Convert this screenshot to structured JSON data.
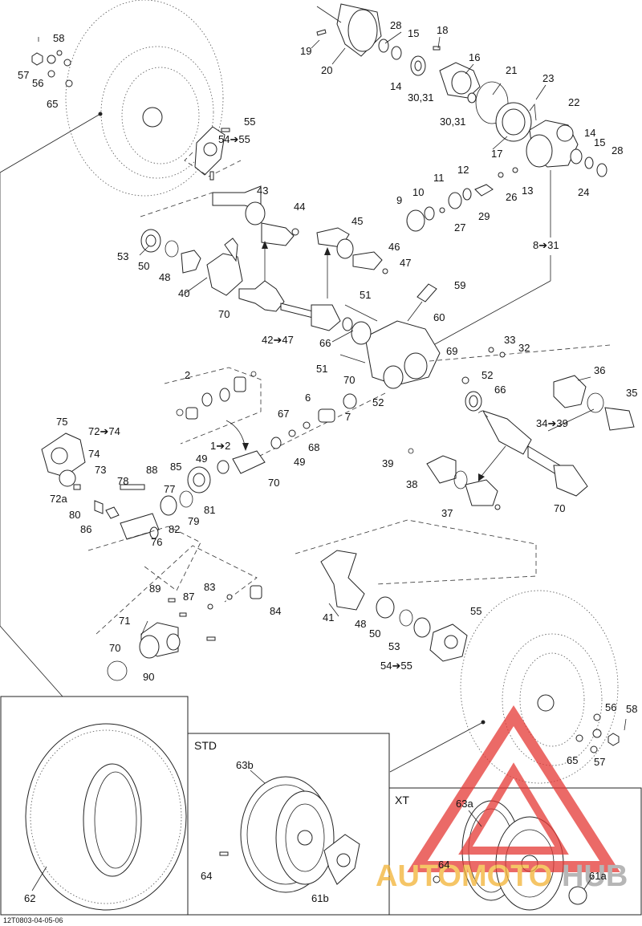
{
  "diagram_code": "12T0803-04-05-06",
  "panels": {
    "std": "STD",
    "xt": "XT"
  },
  "watermark": {
    "text_left": "AUTOMOTO",
    "text_right": "HUB",
    "color_triangle": "#e53935",
    "color_text": "#f2b233"
  },
  "callouts": {
    "c58a": "58",
    "c57a": "57",
    "c56a": "56",
    "c65a": "65",
    "c19": "19",
    "c20": "20",
    "c28a": "28",
    "c15a": "15",
    "c18": "18",
    "c16": "16",
    "c14a": "14",
    "c3031a": "30,31",
    "c21": "21",
    "c23": "23",
    "c3031b": "30,31",
    "c22": "22",
    "c17": "17",
    "c14b": "14",
    "c15b": "15",
    "c28b": "28",
    "c24": "24",
    "c55a": "55",
    "c5455a": "54➔55",
    "c43": "43",
    "c44": "44",
    "c45": "45",
    "c46": "46",
    "c47": "47",
    "c9": "9",
    "c10": "10",
    "c11": "11",
    "c12": "12",
    "c26": "26",
    "c13": "13",
    "c27": "27",
    "c29": "29",
    "c831": "8➔31",
    "c53a": "53",
    "c50a": "50",
    "c48a": "48",
    "c40": "40",
    "c70a": "70",
    "c4247": "42➔47",
    "c66a": "66",
    "c51a": "51",
    "c59": "59",
    "c60": "60",
    "c69": "69",
    "c33": "33",
    "c32": "32",
    "c51b": "51",
    "c70b": "70",
    "c52a": "52",
    "c52b": "52",
    "c66b": "66",
    "c2": "2",
    "c6": "6",
    "c7": "7",
    "c67": "67",
    "c68": "68",
    "c49a": "49",
    "c49b": "49",
    "c12b": "1➔2",
    "c70c": "70",
    "c85": "85",
    "c36": "36",
    "c35": "35",
    "c3439": "34➔39",
    "c39": "39",
    "c38": "38",
    "c37": "37",
    "c70d": "70",
    "c75": "75",
    "c7274": "72➔74",
    "c74": "74",
    "c73": "73",
    "c72a": "72a",
    "c88": "88",
    "c78": "78",
    "c77": "77",
    "c80": "80",
    "c86": "86",
    "c81": "81",
    "c79": "79",
    "c82": "82",
    "c76": "76",
    "c89": "89",
    "c87": "87",
    "c83": "83",
    "c84": "84",
    "c71": "71",
    "c70e": "70",
    "c90": "90",
    "c41": "41",
    "c48b": "48",
    "c50b": "50",
    "c53b": "53",
    "c55b": "55",
    "c5455b": "54➔55",
    "c56b": "56",
    "c58b": "58",
    "c65b": "65",
    "c57b": "57",
    "c62": "62",
    "c63b": "63b",
    "c64a": "64",
    "c61b": "61b",
    "c63a": "63a",
    "c64b": "64",
    "c61a": "61a"
  }
}
